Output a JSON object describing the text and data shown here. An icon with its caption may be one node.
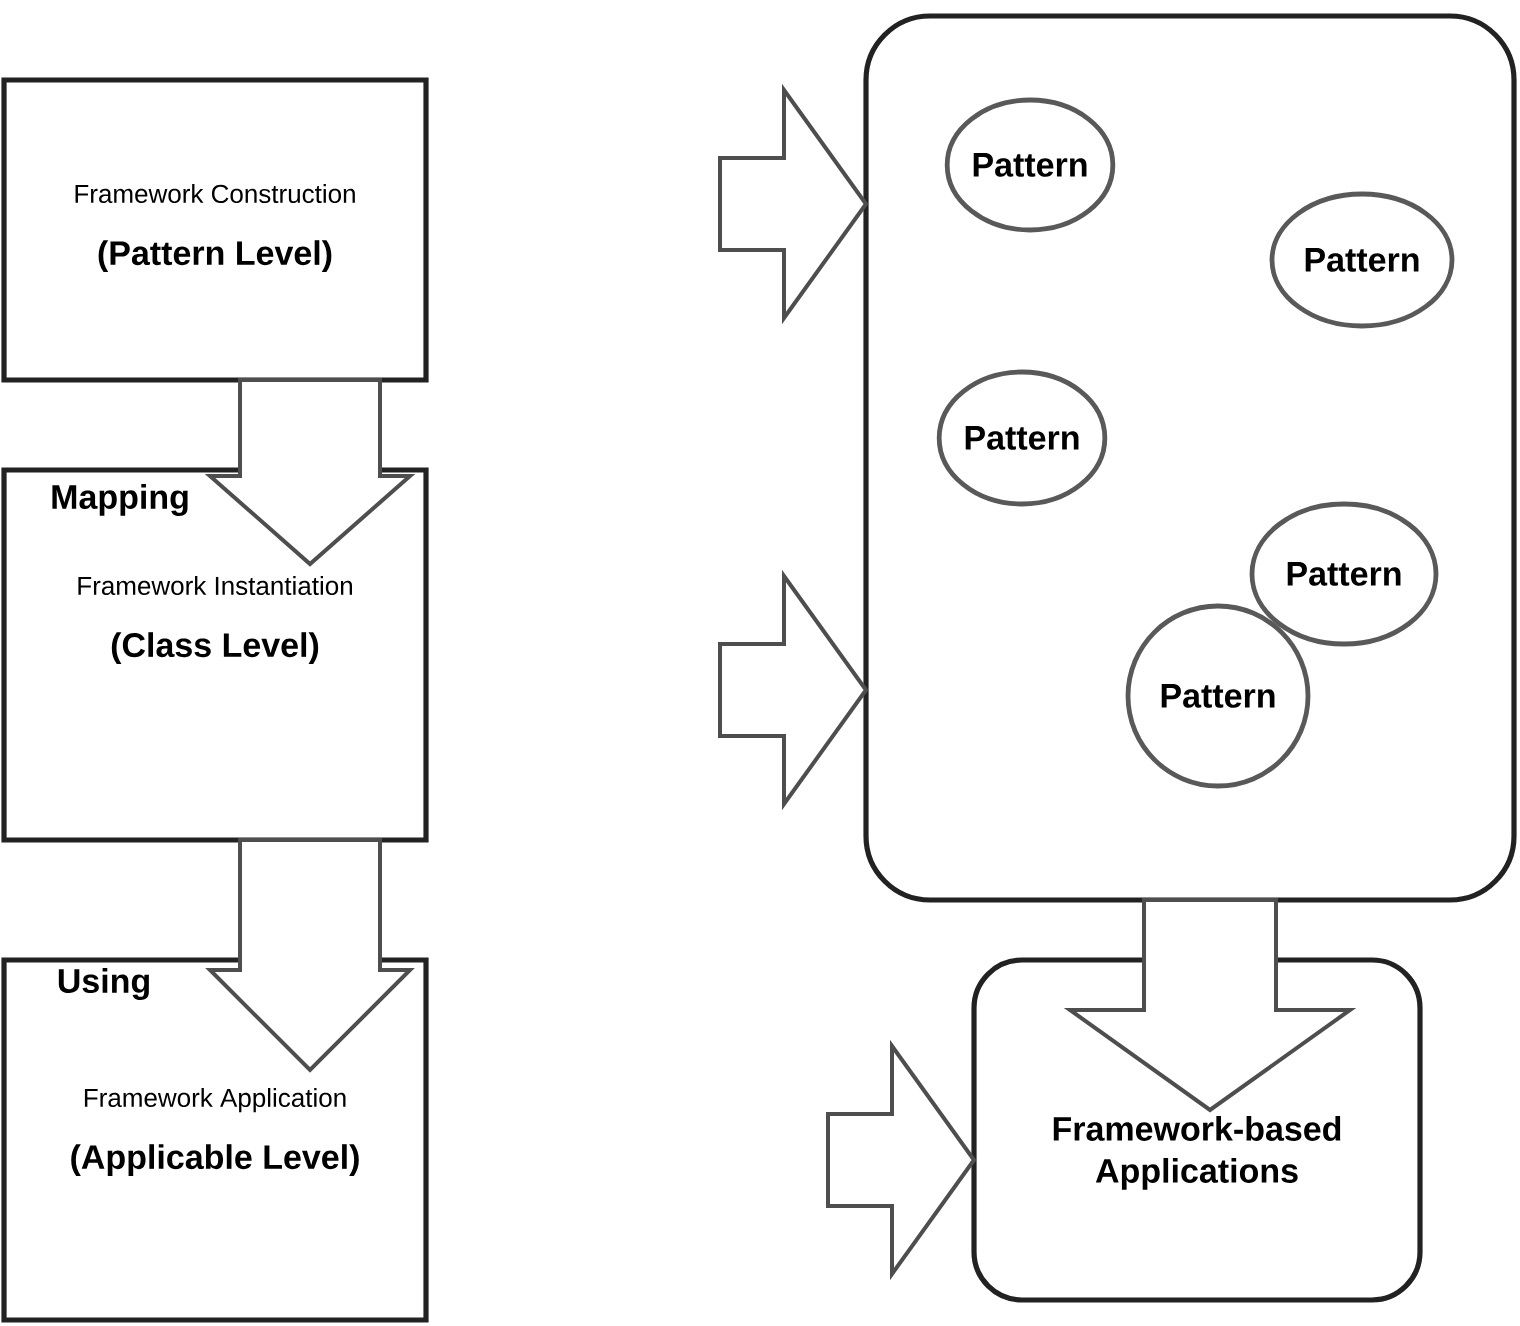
{
  "diagram": {
    "nodes": [
      {
        "text": [
          "Framework Construction",
          "(Pattern Level)"
        ]
      },
      {
        "text": [
          "Framework Instantiation",
          "(Class Level)"
        ]
      },
      {
        "text": [
          "Framework Application",
          "(Applicable Level)"
        ]
      },
      {
        "text": [],
        "shape": "box"
      },
      {
        "text": [
          "Pattern"
        ],
        "in": 3
      },
      {
        "text": [
          "Pattern"
        ],
        "in": 3
      },
      {
        "text": [
          "Pattern"
        ],
        "in": 3
      },
      {
        "text": [
          "Pattern"
        ],
        "in": 3
      },
      {
        "text": [
          "Pattern"
        ],
        "in": 3
      },
      {
        "text": [
          "Framework-based Applications"
        ]
      }
    ],
    "edges": [
      {
        "from": 0,
        "to": 1,
        "arrow": "to",
        "label": "Mapping"
      },
      {
        "from": 1,
        "to": 2,
        "arrow": "to",
        "label": "Using"
      },
      {
        "from": null,
        "to": 3,
        "arrow": "to"
      },
      {
        "from": null,
        "to": 3,
        "arrow": "to"
      },
      {
        "from": null,
        "to": 9,
        "arrow": "to"
      },
      {
        "from": 3,
        "to": 9,
        "arrow": "to"
      }
    ]
  }
}
